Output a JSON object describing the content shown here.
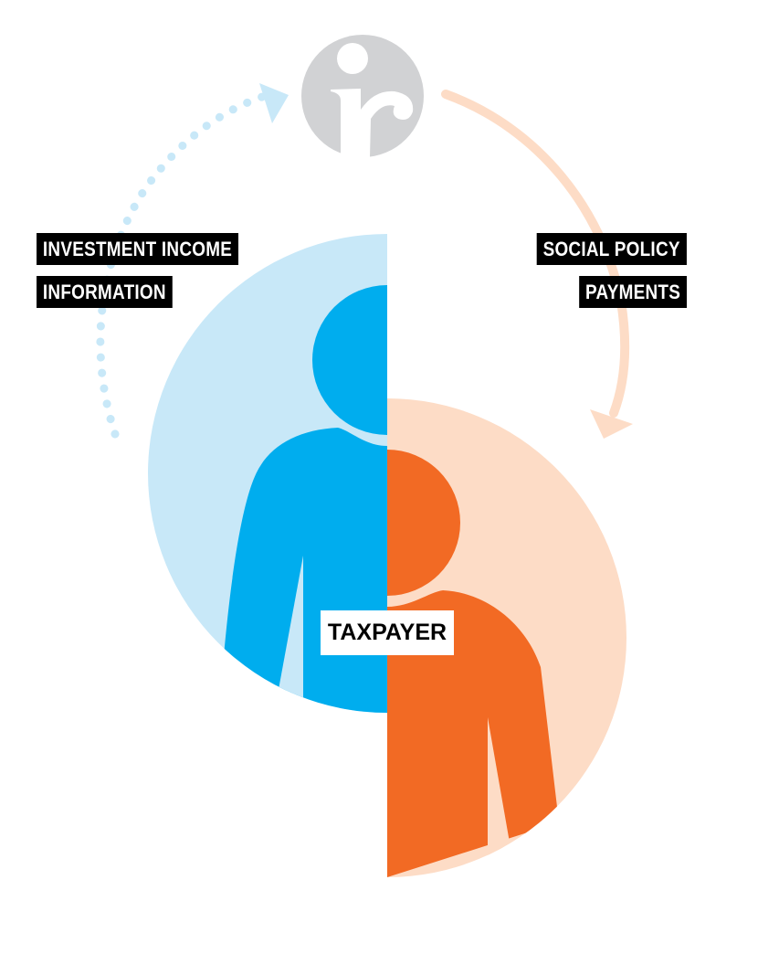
{
  "logo": {
    "text": "ir"
  },
  "left_flow": {
    "lines": [
      "INVESTMENT INCOME",
      "INFORMATION"
    ]
  },
  "right_flow": {
    "lines": [
      "SOCIAL POLICY",
      "PAYMENTS"
    ]
  },
  "center": {
    "label": "TAXPAYER"
  },
  "colors": {
    "blue": "#00adee",
    "light_blue": "#c8e8f8",
    "orange": "#f26a24",
    "peach": "#fddcc6",
    "logo_grey": "#d1d2d4"
  }
}
